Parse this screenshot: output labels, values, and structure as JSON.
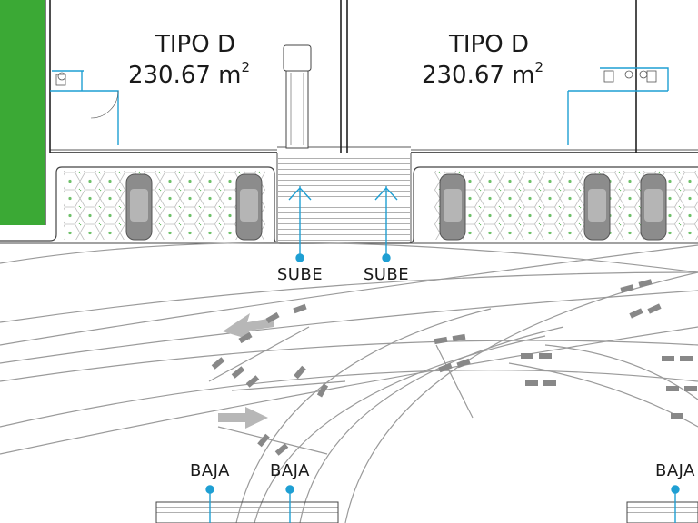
{
  "units": [
    {
      "name": "TIPO D",
      "area": "230.67 m",
      "area_sup": "2"
    },
    {
      "name": "TIPO D",
      "area": "230.67 m",
      "area_sup": "2"
    }
  ],
  "ramp_labels": {
    "up": [
      "SUBE",
      "SUBE"
    ],
    "down": [
      "BAJA",
      "BAJA",
      "BAJA"
    ]
  },
  "colors": {
    "lawn": "#3ba935",
    "accent": "#1e9fd3",
    "car": "#8c8c8c",
    "wall": "#222222",
    "road": "#9a9a9a",
    "paver": "#6fc06a"
  }
}
